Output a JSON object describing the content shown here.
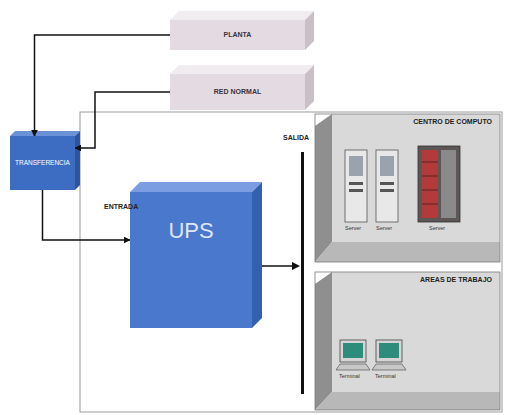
{
  "diagram": {
    "nodes": [
      {
        "text": [
          "PLANTA"
        ]
      },
      {
        "text": [
          "RED NORMAL"
        ]
      },
      {
        "text": [
          "TRANSFERENCIA"
        ]
      },
      {
        "text": [
          "UPS"
        ]
      },
      {
        "text": [
          "CENTRO DE COMPUTO"
        ]
      },
      {
        "text": [
          "AREAS DE TRABAJO"
        ]
      }
    ],
    "edges": [
      {
        "from": 0,
        "to": 2,
        "arrow": "to"
      },
      {
        "from": 1,
        "to": 2,
        "arrow": "to"
      },
      {
        "from": 2,
        "to": 3,
        "arrow": "to"
      }
    ],
    "labels": [
      "ENTRADA",
      "SALIDA",
      "Server",
      "Server",
      "Server",
      "Terminal",
      "Terminal"
    ]
  }
}
